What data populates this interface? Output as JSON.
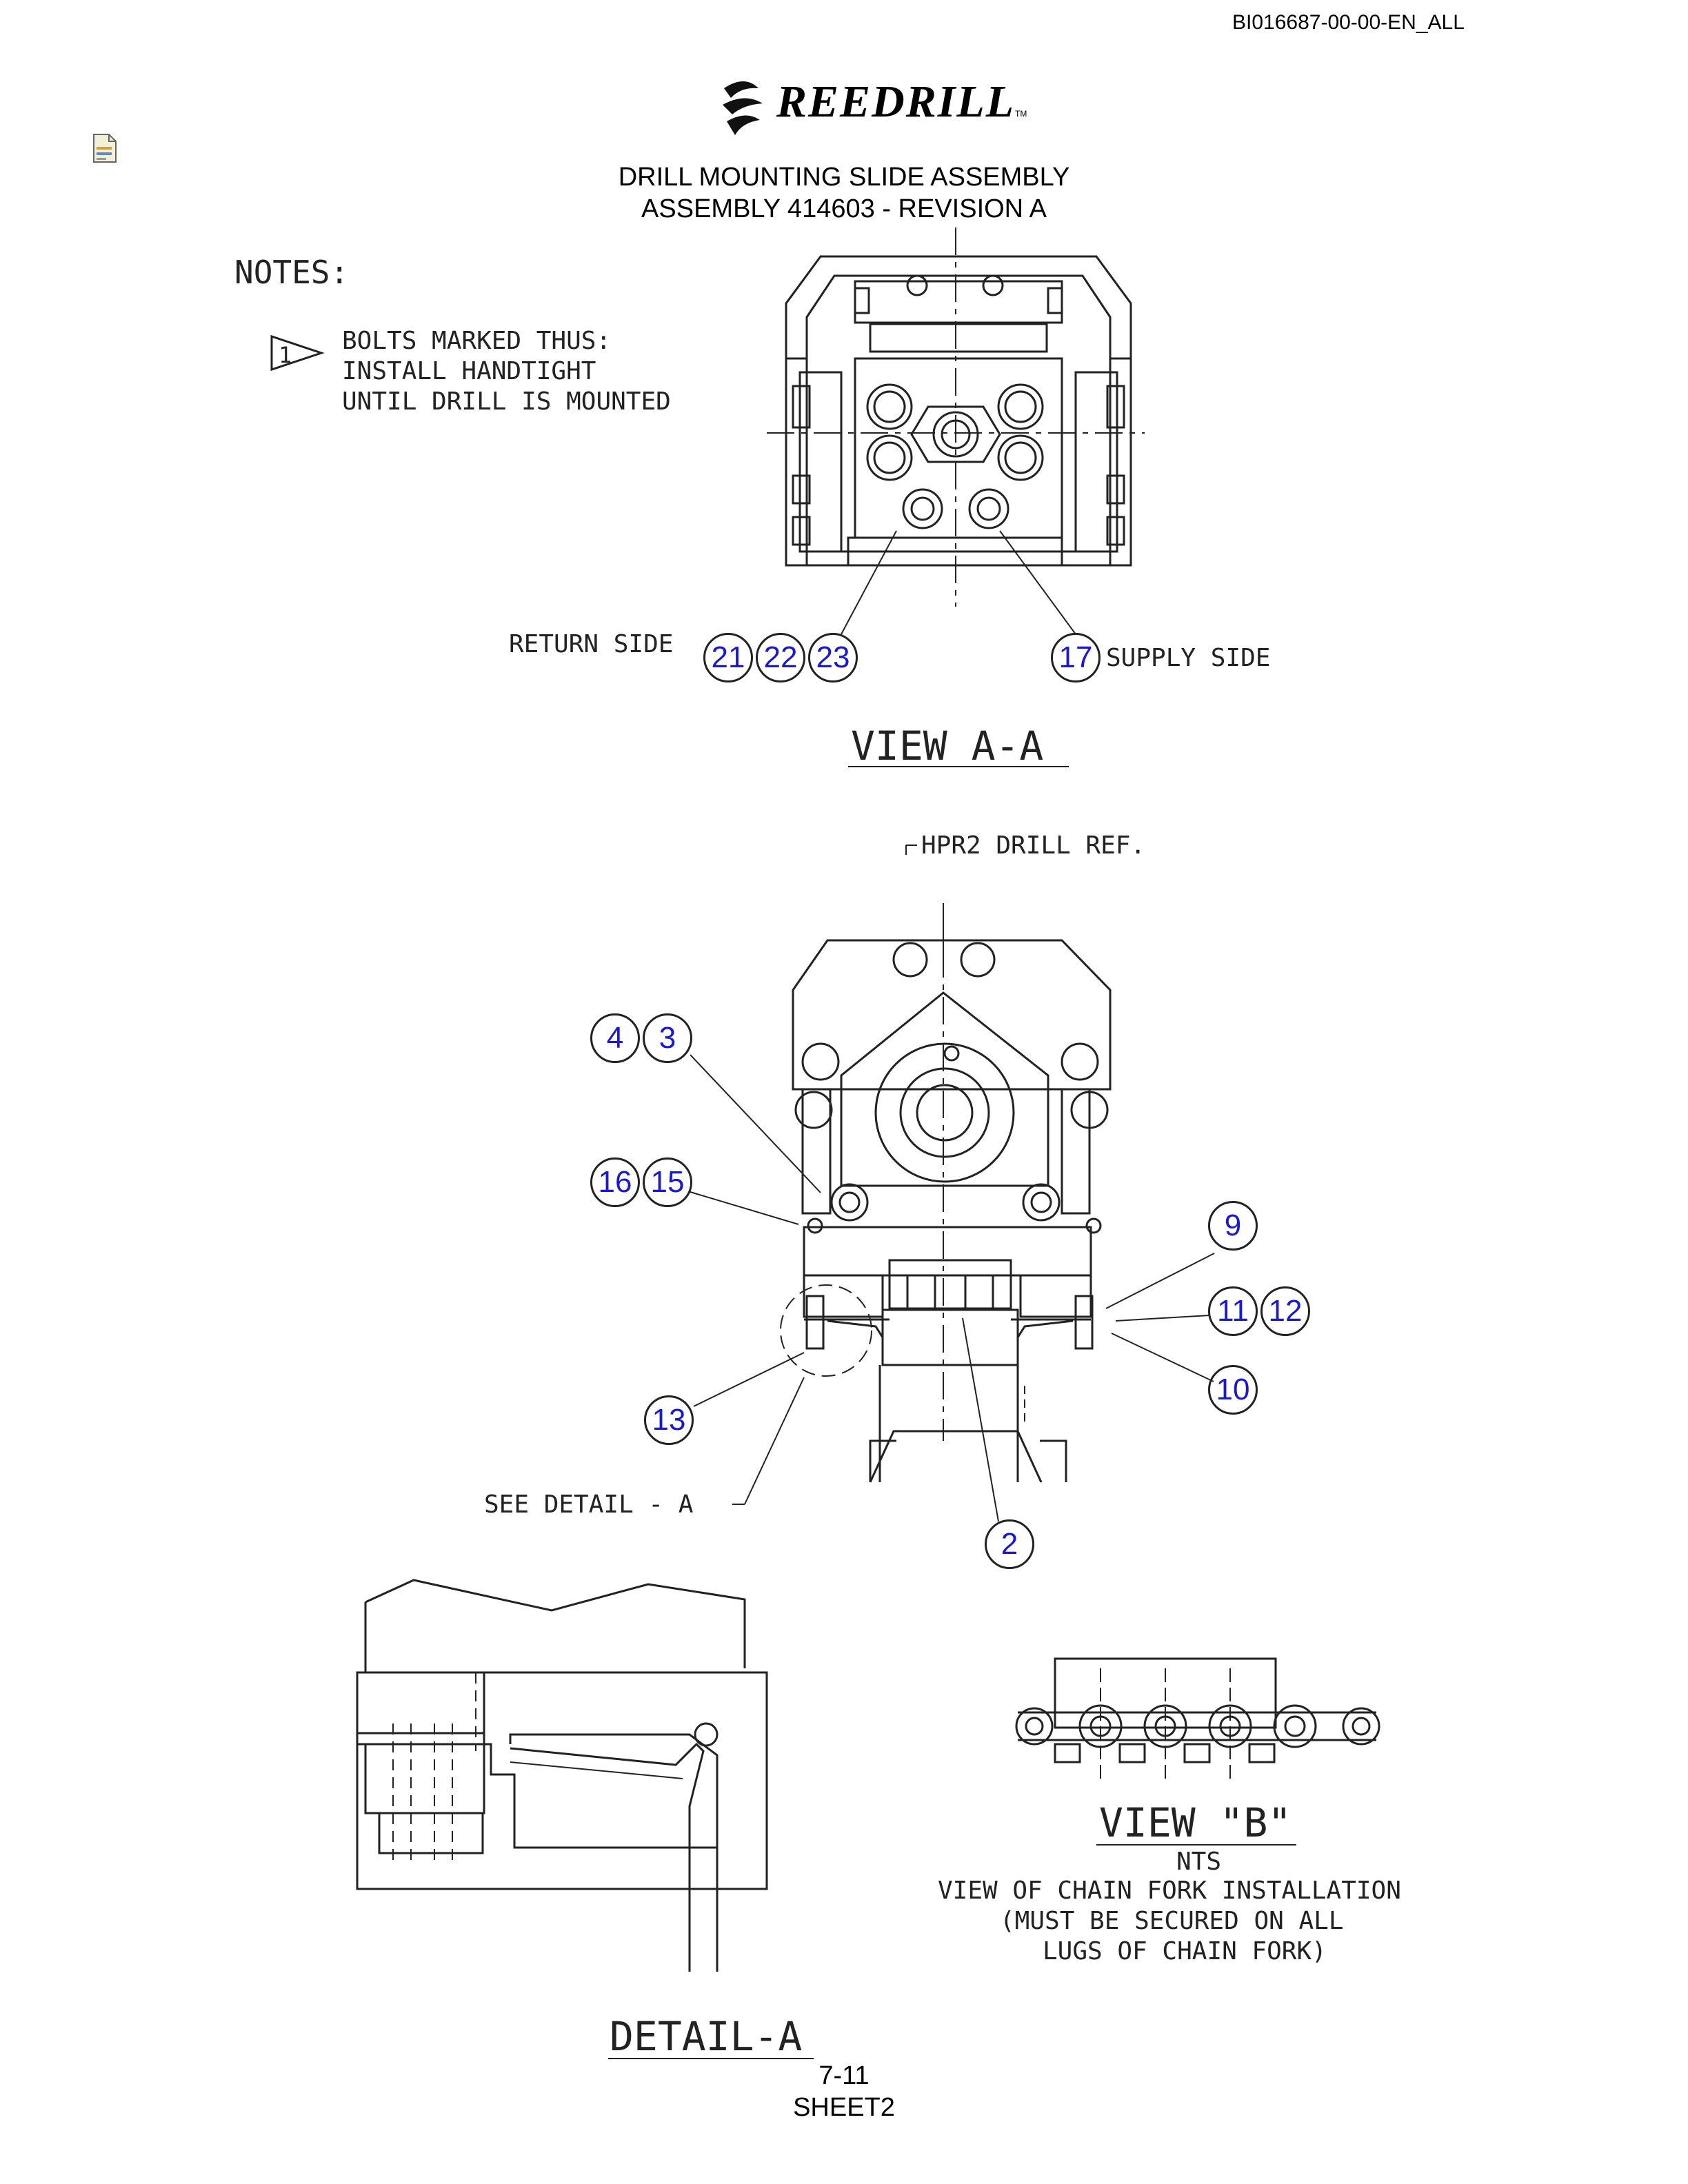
{
  "document_id": "BI016687-00-00-EN_ALL",
  "logo": {
    "text": "REEDRILL",
    "tm": "TM",
    "icon": "reedrill-swirl-icon"
  },
  "title_line1": "DRILL MOUNTING SLIDE ASSEMBLY",
  "title_line2": "ASSEMBLY 414603 - REVISION A",
  "notes": {
    "heading": "NOTES:",
    "marker": "1",
    "lines": [
      "BOLTS MARKED THUS:",
      "INSTALL HANDTIGHT",
      "UNTIL DRILL IS MOUNTED"
    ]
  },
  "view_aa": {
    "return_label": "RETURN SIDE",
    "supply_label": "SUPPLY SIDE",
    "title": "VIEW A-A",
    "balloons": [
      "21",
      "22",
      "23",
      "17"
    ]
  },
  "main_view": {
    "ref_label": "HPR2 DRILL REF.",
    "see_detail": "SEE DETAIL - A",
    "balloons": [
      "4",
      "3",
      "16",
      "15",
      "9",
      "11",
      "12",
      "10",
      "13",
      "2"
    ]
  },
  "view_b": {
    "title": "VIEW \"B\"",
    "scale": "NTS",
    "desc": [
      "VIEW OF CHAIN FORK INSTALLATION",
      "(MUST BE SECURED ON ALL",
      "LUGS OF CHAIN FORK)"
    ]
  },
  "detail_a": {
    "title": "DETAIL-A"
  },
  "page_number": "7-11",
  "sheet": "SHEET2"
}
